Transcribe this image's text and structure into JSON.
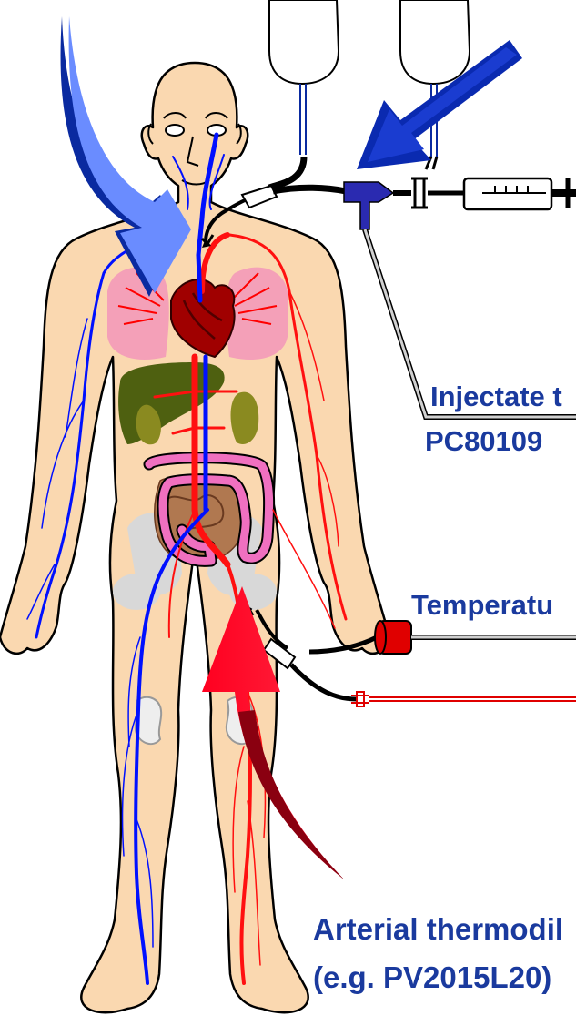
{
  "labels": {
    "injectate_line1": "Injectate t",
    "injectate_line2": "PC80109",
    "temperature": "Temperatu",
    "arterial_line1": "Arterial thermodil",
    "arterial_line2": "(e.g. PV2015L20)"
  },
  "colors": {
    "skin": "#fad8b0",
    "vein": "#0010ff",
    "artery": "#ff1010",
    "lung": "#f4a0b8",
    "heart": "#a00000",
    "liver": "#4e6010",
    "kidney": "#8a8a20",
    "intestine": "#f070c0",
    "small_intestine": "#b07850",
    "bone": "#d8d8d8",
    "text": "#1a3a9e",
    "venous_arrow": "#6a8cff",
    "arterial_arrow": "#ff2030"
  }
}
